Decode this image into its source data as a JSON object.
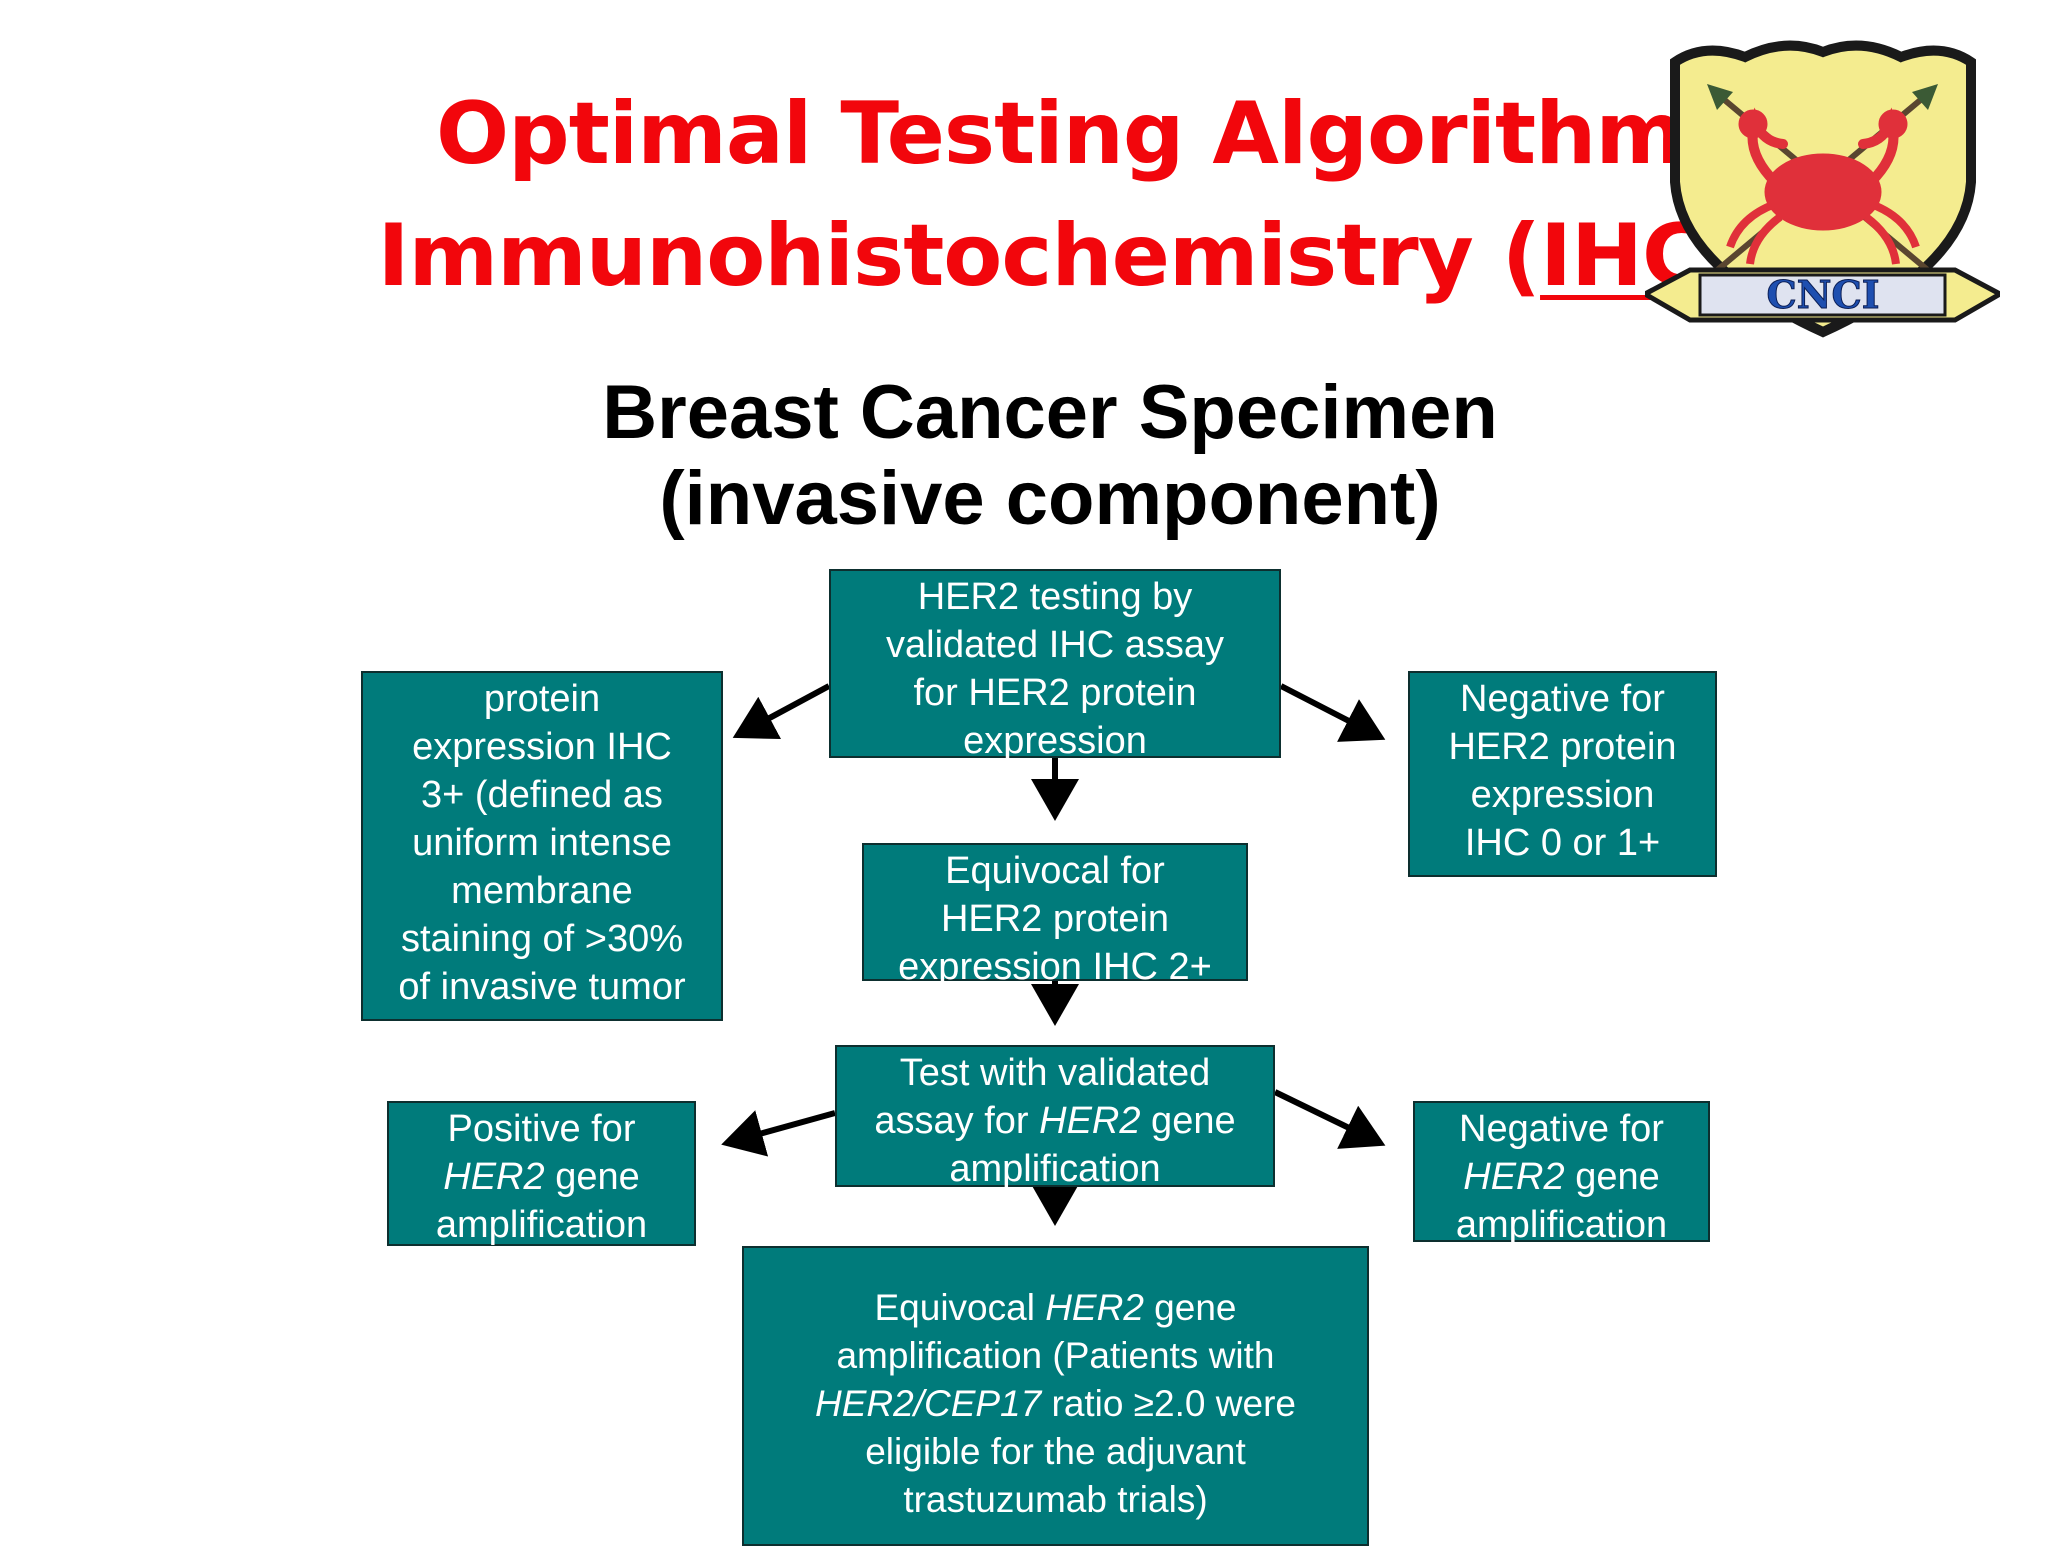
{
  "title": {
    "line1": "Optimal Testing Algorithm",
    "line2_prefix": "Immunohistochemistry (",
    "line2_underlined": "IHC)"
  },
  "subtitle": {
    "line1": "Breast Cancer Specimen",
    "line2": "(invasive component)"
  },
  "logo": {
    "text": "CNCI",
    "colors": {
      "shield_fill": "#f4ec8f",
      "shield_border": "#1a1a1a",
      "crab": "#e0303a",
      "banner": "#1e4fb0"
    }
  },
  "colors": {
    "title": "#f2060c",
    "box_fill": "#007b7b",
    "box_border": "#0d2f2f",
    "box_text": "#ffffff",
    "arrow": "#000000"
  },
  "boxes": {
    "top": [
      "HER2 testing by",
      "validated IHC assay",
      "for HER2 protein",
      "expression"
    ],
    "left1": [
      "protein",
      "expression IHC",
      "3+ (defined as",
      "uniform intense",
      "membrane",
      "staining of >30%",
      "of invasive tumor"
    ],
    "right1": [
      "Negative for",
      "HER2 protein",
      "expression",
      "IHC 0 or 1+"
    ],
    "mid1": [
      "Equivocal for",
      "HER2 protein",
      "expression IHC 2+"
    ],
    "mid2": {
      "l1": "Test with validated",
      "l2a": "assay for ",
      "l2i": "HER2",
      "l2b": " gene",
      "l3": "amplification"
    },
    "left2": {
      "l1": "Positive for",
      "l2i": "HER2",
      "l2b": " gene",
      "l3": "amplification"
    },
    "right2": {
      "l1": "Negative for",
      "l2i": "HER2",
      "l2b": " gene",
      "l3": "amplification"
    },
    "bottom": {
      "l1a": "Equivocal ",
      "l1i": "HER2",
      "l1b": " gene",
      "l2": "amplification (Patients with",
      "l3i": "HER2/CEP17",
      "l3b": " ratio ≥2.0 were",
      "l4": "eligible for the adjuvant",
      "l5": "trastuzumab trials)"
    }
  }
}
